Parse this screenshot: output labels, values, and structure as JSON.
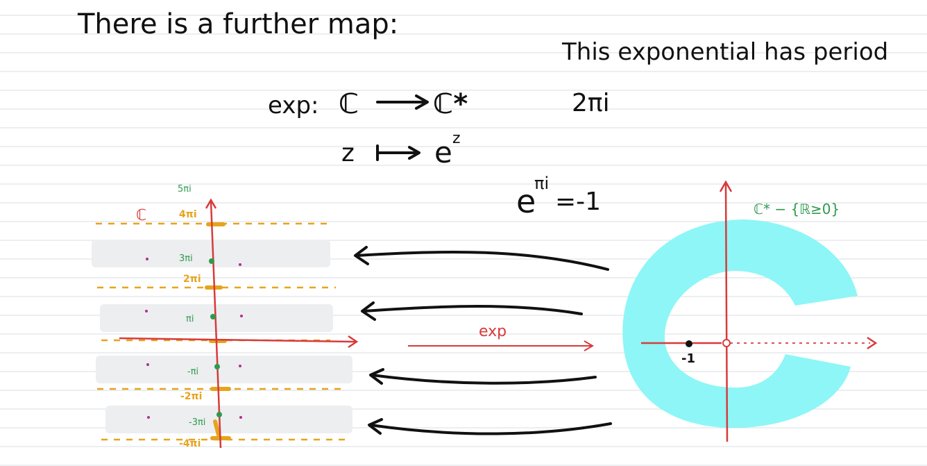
{
  "note": {
    "line1": "There is a further map:",
    "map_def": {
      "exp_label": "exp:",
      "domain": "ℂ",
      "codomain": "ℂ*",
      "var": "z",
      "image_base": "e",
      "image_exp": "z"
    },
    "right_note": {
      "line1": "This exponential has period",
      "line2": "2πi"
    },
    "euler": {
      "base": "e",
      "exponent": "πi",
      "rest": "=-1"
    },
    "left_plane": {
      "plane_label": "ℂ",
      "y_labels_green": [
        "5πi",
        "3πi",
        "πi",
        "-πi",
        "-3πi"
      ],
      "y_labels_gold": [
        "4πi",
        "2πi",
        "-2πi",
        "-4πi"
      ]
    },
    "arrow_label": "exp",
    "right_plane": {
      "region_label": "ℂ* − {ℝ≥0}",
      "point_label": "-1"
    }
  },
  "colors": {
    "ink": "#111111",
    "axis_red": "#d83a3a",
    "gold": "#e6a41c",
    "green": "#2e9a4e",
    "magenta": "#b0308a",
    "cyan": "#8ef6f6",
    "strip_gray": "#eceef0",
    "ruled_line": "#d9dde3"
  }
}
